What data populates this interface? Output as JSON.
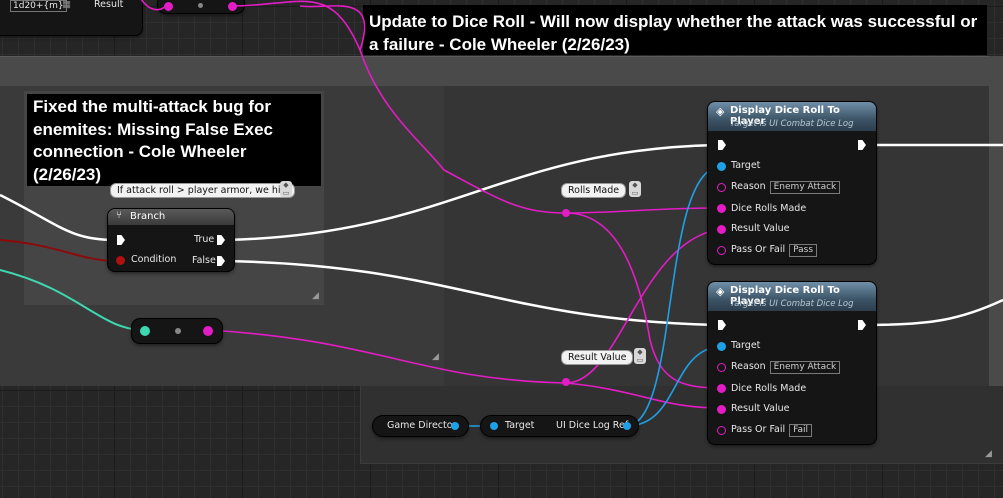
{
  "comments": {
    "dice_roll_update": "Update to Dice Roll - Will now display whether the attack was successful or a failure - Cole Wheeler (2/26/23)",
    "multi_attack_fix": "Fixed the multi-attack bug for enemites: Missing False Exec connection - Cole Wheeler (2/26/23)"
  },
  "top_fragment": {
    "d20_label": "1d20+{m}",
    "result_label": "Result"
  },
  "branch_node": {
    "bubble": "If attack roll > player armor, we hit!",
    "title": "Branch",
    "condition": "Condition",
    "true_label": "True",
    "false_label": "False"
  },
  "display_nodes": [
    {
      "title": "Display Dice Roll To Player",
      "subtitle": "Target is UI Combat Dice Log",
      "target": "Target",
      "reason": "Reason",
      "reason_value": "Enemy Attack",
      "dice_rolls": "Dice Rolls Made",
      "result_value": "Result Value",
      "pass_or_fail": "Pass Or Fail",
      "pass_or_fail_value": "Pass"
    },
    {
      "title": "Display Dice Roll To Player",
      "subtitle": "Target is UI Combat Dice Log",
      "target": "Target",
      "reason": "Reason",
      "reason_value": "Enemy Attack",
      "dice_rolls": "Dice Rolls Made",
      "result_value": "Result Value",
      "pass_or_fail": "Pass Or Fail",
      "pass_or_fail_value": "Fail"
    }
  ],
  "reroute_labels": {
    "rolls_made": "Rolls Made",
    "result_value": "Result Value"
  },
  "game_director": {
    "label": "Game Director"
  },
  "dice_log_ref": {
    "target": "Target",
    "output": "UI Dice Log Ref"
  },
  "colors": {
    "exec_wire": "#ffffff",
    "byte_wire": "#e31cc5",
    "object_wire": "#1ea0e6",
    "bool_wire": "#8c0a0a",
    "struct_wire": "#3ed8b0",
    "node_header": "#3c5466"
  }
}
